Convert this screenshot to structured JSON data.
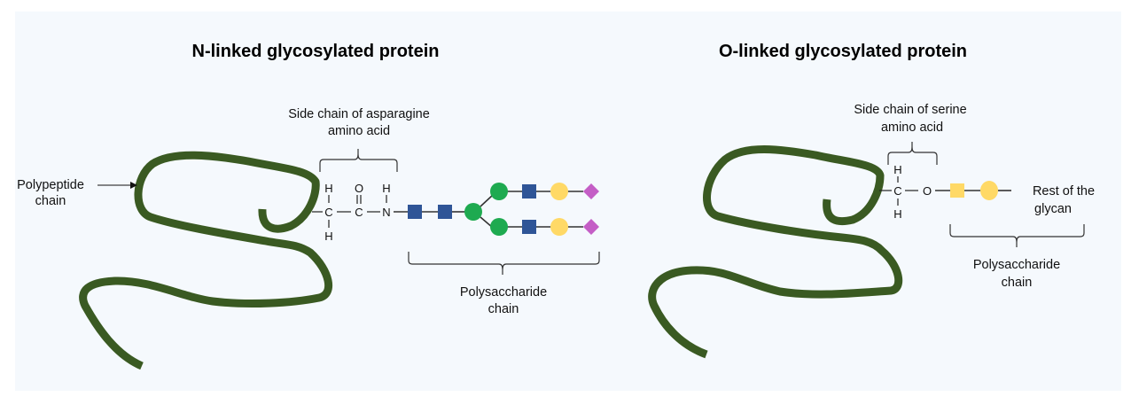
{
  "colors": {
    "background": "#f5f9fd",
    "polypeptide": "#3a5a22",
    "glcnac_square": "#2f5597",
    "mannose_circle": "#1eaa50",
    "galactose_circle": "#ffd966",
    "galnac_square": "#ffd966",
    "sialic_acid_diamond": "#c45ec6"
  },
  "n_linked": {
    "title": "N-linked glycosylated protein",
    "polypeptide_label_line1": "Polypeptide",
    "polypeptide_label_line2": "chain",
    "side_chain_label_line1": "Side chain of asparagine",
    "side_chain_label_line2": "amino acid",
    "atoms": {
      "h_top_1": "H",
      "c_1": "C",
      "h_bottom_1": "H",
      "o": "O",
      "c_2": "C",
      "h_top_2": "H",
      "n": "N"
    },
    "glycan_units": [
      "GlcNAc",
      "GlcNAc",
      "Mannose",
      "Mannose",
      "GlcNAc",
      "Galactose",
      "Sialic acid",
      "Mannose",
      "GlcNAc",
      "Galactose",
      "Sialic acid"
    ],
    "polysaccharide_label_line1": "Polysaccharide",
    "polysaccharide_label_line2": "chain"
  },
  "o_linked": {
    "title": "O-linked glycosylated protein",
    "side_chain_label_line1": "Side chain of serine",
    "side_chain_label_line2": "amino acid",
    "atoms": {
      "h_top": "H",
      "c": "C",
      "h_bottom": "H",
      "o": "O"
    },
    "glycan_units": [
      "GalNAc",
      "Galactose"
    ],
    "rest_label_line1": "Rest of the",
    "rest_label_line2": "glycan",
    "polysaccharide_label_line1": "Polysaccharide",
    "polysaccharide_label_line2": "chain"
  }
}
